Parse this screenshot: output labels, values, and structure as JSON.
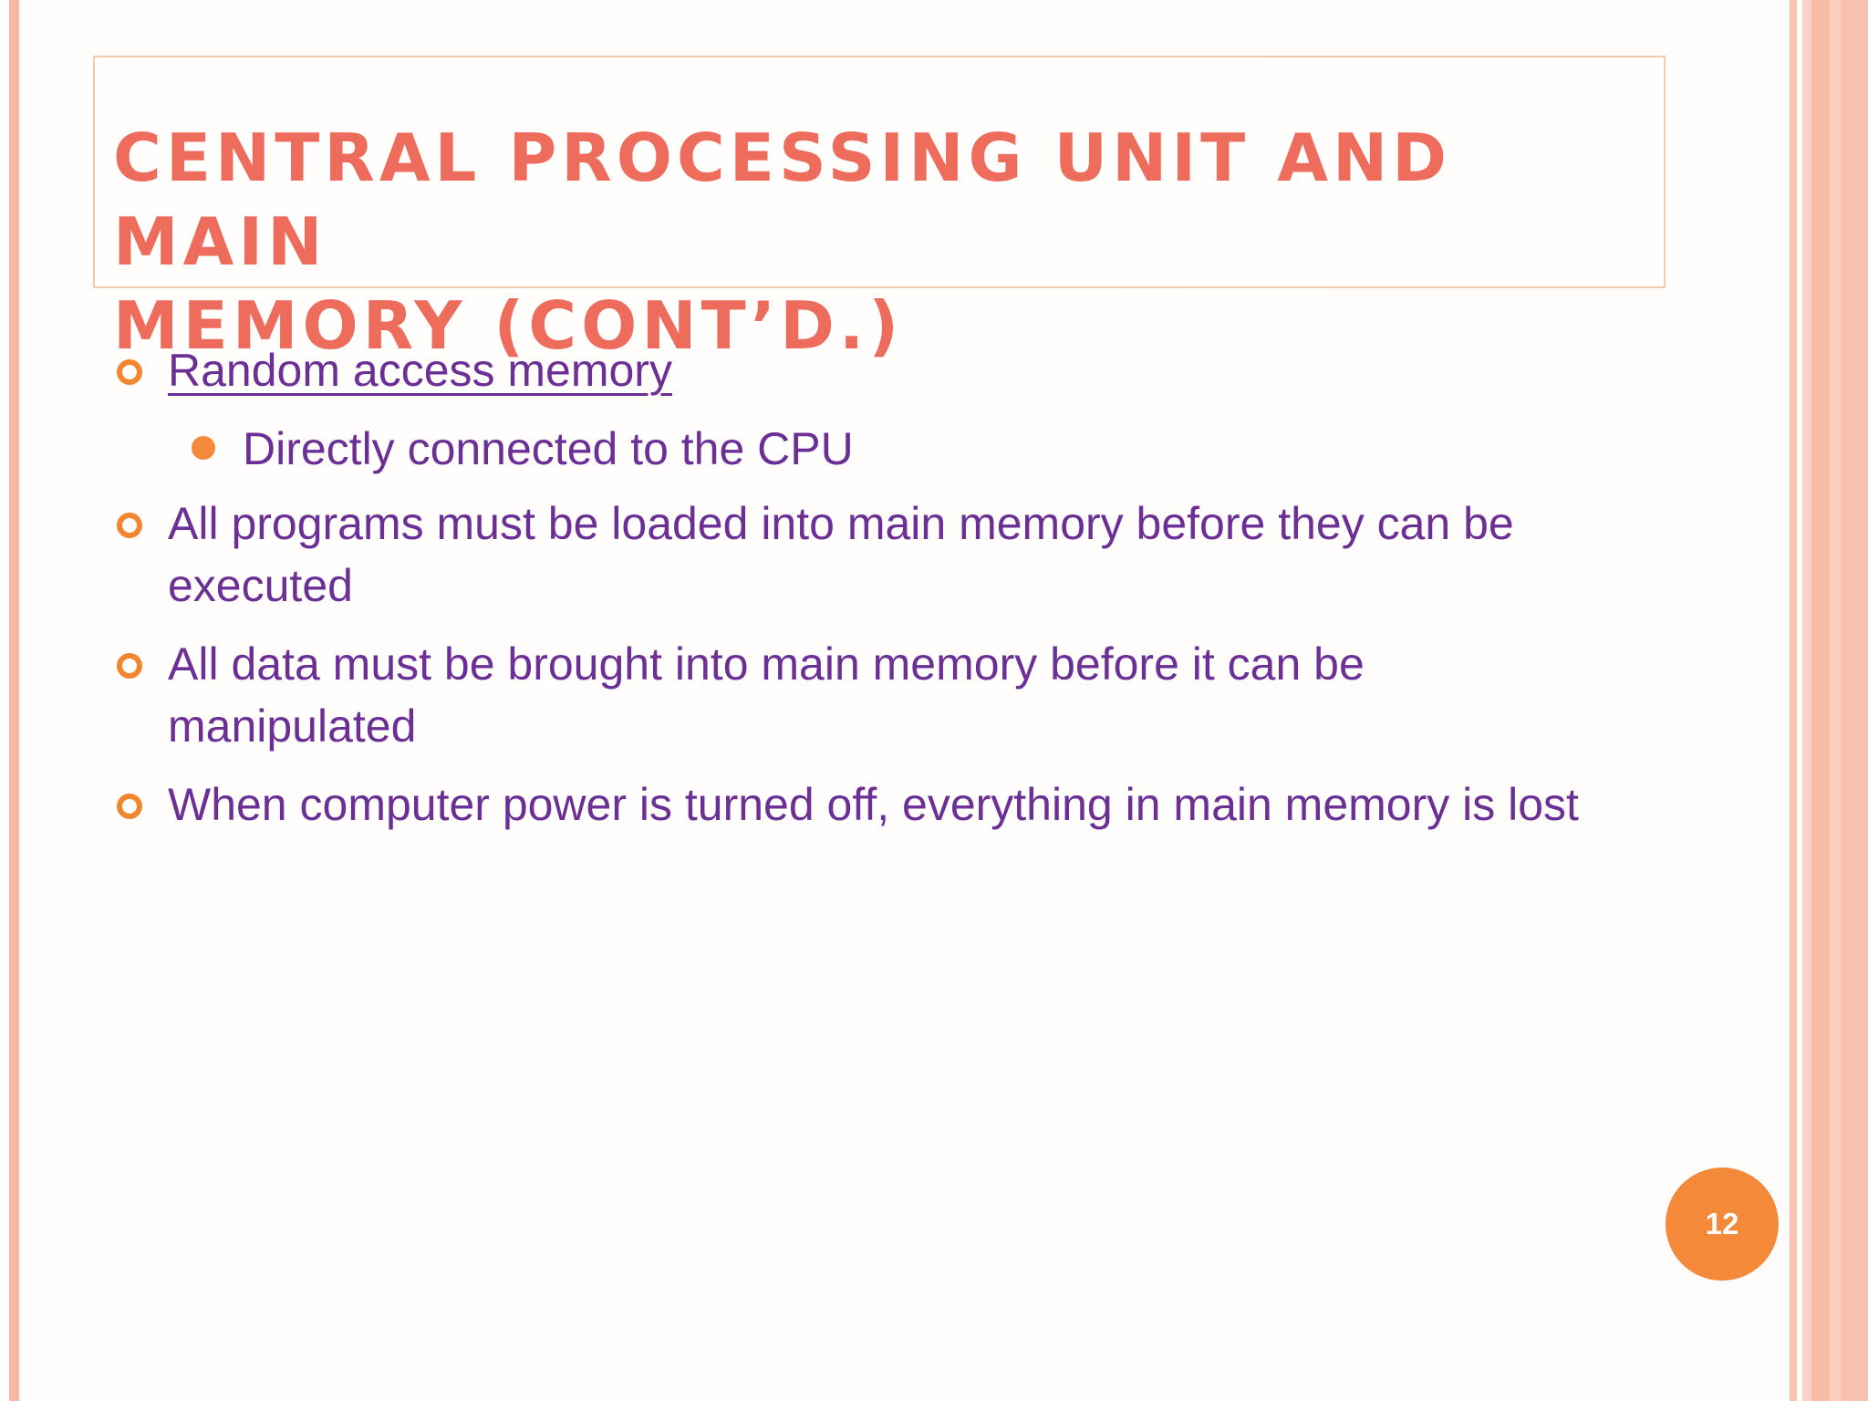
{
  "slide": {
    "title": "Central Processing Unit and Main\nMemory (cont’d.)",
    "bullets": [
      {
        "text": "Random access memory",
        "sub": [
          "Directly connected to the CPU"
        ]
      },
      {
        "text": "All programs must be loaded into main memory before they can be executed"
      },
      {
        "text": "All data must be brought into main memory before it can be manipulated"
      },
      {
        "text": "When computer power is turned off, everything in main memory is lost"
      }
    ],
    "page_number": "12"
  },
  "colors": {
    "title": "#ee6c5c",
    "body_text": "#6b2f96",
    "bullet_accent": "#f5893a",
    "frame_border": "#f6caae"
  },
  "icons": {
    "level1_bullet": "ring-bullet-icon",
    "level2_bullet": "filled-dot-bullet-icon"
  }
}
